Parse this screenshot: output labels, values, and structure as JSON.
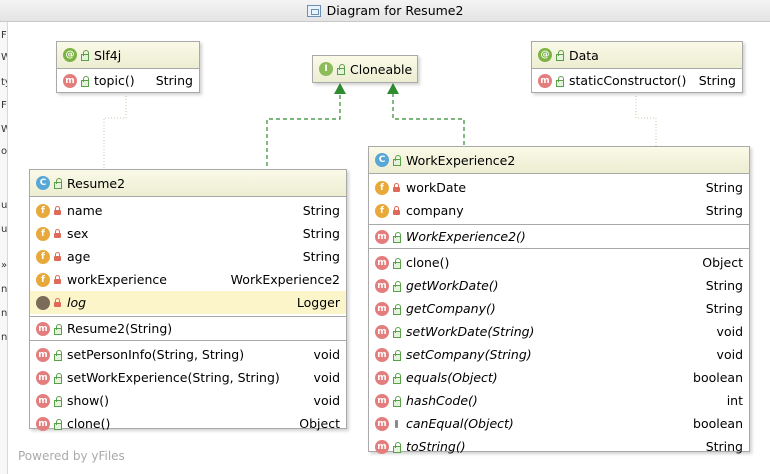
{
  "window": {
    "title": "Diagram for Resume2"
  },
  "left_strip": [
    "F",
    "W",
    "ty",
    "F",
    "W",
    "ot",
    "u",
    "ul",
    "»",
    "ns",
    "ns",
    "ns"
  ],
  "nodes": {
    "slf4j": {
      "name": "Slf4j",
      "badge": "@",
      "methods": [
        {
          "name": "topic()",
          "type": "String",
          "badge": "m",
          "vis": "pub"
        }
      ]
    },
    "cloneable": {
      "name": "Cloneable",
      "badge": "I"
    },
    "data": {
      "name": "Data",
      "badge": "@",
      "methods": [
        {
          "name": "staticConstructor()",
          "type": "String",
          "badge": "m",
          "vis": "pub"
        }
      ]
    },
    "resume2": {
      "name": "Resume2",
      "badge": "C",
      "fields": [
        {
          "name": "name",
          "type": "String",
          "badge": "f",
          "vis": "priv"
        },
        {
          "name": "sex",
          "type": "String",
          "badge": "f",
          "vis": "priv"
        },
        {
          "name": "age",
          "type": "String",
          "badge": "f",
          "vis": "priv"
        },
        {
          "name": "workExperience",
          "type": "WorkExperience2",
          "badge": "f",
          "vis": "priv"
        },
        {
          "name": "log",
          "type": "Logger",
          "badge": "log",
          "vis": "priv",
          "italic": true,
          "highlight": true
        }
      ],
      "constructors": [
        {
          "name": "Resume2(String)",
          "type": "",
          "badge": "m",
          "vis": "pub"
        }
      ],
      "methods": [
        {
          "name": "setPersonInfo(String, String)",
          "type": "void",
          "badge": "m",
          "vis": "pub"
        },
        {
          "name": "setWorkExperience(String, String)",
          "type": "void",
          "badge": "m",
          "vis": "pub"
        },
        {
          "name": "show()",
          "type": "void",
          "badge": "m",
          "vis": "pub"
        },
        {
          "name": "clone()",
          "type": "Object",
          "badge": "m",
          "vis": "pub"
        }
      ]
    },
    "work": {
      "name": "WorkExperience2",
      "badge": "C",
      "fields": [
        {
          "name": "workDate",
          "type": "String",
          "badge": "f",
          "vis": "priv"
        },
        {
          "name": "company",
          "type": "String",
          "badge": "f",
          "vis": "priv"
        }
      ],
      "constructors": [
        {
          "name": "WorkExperience2()",
          "type": "",
          "badge": "m",
          "vis": "pub",
          "italic": true
        }
      ],
      "methods": [
        {
          "name": "clone()",
          "type": "Object",
          "badge": "m",
          "vis": "pub"
        },
        {
          "name": "getWorkDate()",
          "type": "String",
          "badge": "m",
          "vis": "pub",
          "italic": true
        },
        {
          "name": "getCompany()",
          "type": "String",
          "badge": "m",
          "vis": "pub",
          "italic": true
        },
        {
          "name": "setWorkDate(String)",
          "type": "void",
          "badge": "m",
          "vis": "pub",
          "italic": true
        },
        {
          "name": "setCompany(String)",
          "type": "void",
          "badge": "m",
          "vis": "pub",
          "italic": true
        },
        {
          "name": "equals(Object)",
          "type": "boolean",
          "badge": "m",
          "vis": "pub",
          "italic": true
        },
        {
          "name": "hashCode()",
          "type": "int",
          "badge": "m",
          "vis": "pub",
          "italic": true
        },
        {
          "name": "canEqual(Object)",
          "type": "boolean",
          "badge": "m",
          "vis": "pkg",
          "italic": true
        },
        {
          "name": "toString()",
          "type": "String",
          "badge": "m",
          "vis": "pub",
          "italic": true
        }
      ]
    }
  },
  "footer": "Powered by yFiles",
  "colors": {
    "edge_implements": "#2e8b2e",
    "edge_annotation": "#c9c9a8",
    "header_bg": "#ecedd1"
  }
}
